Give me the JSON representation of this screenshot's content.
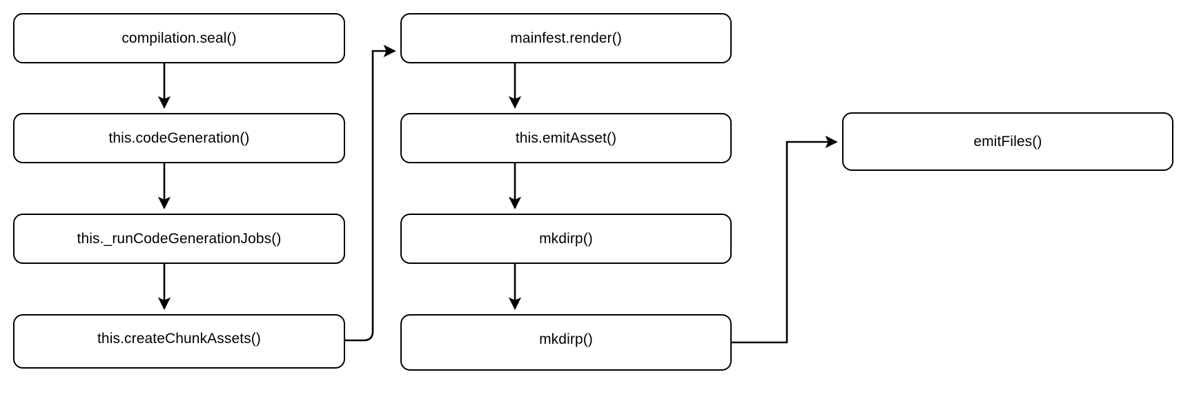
{
  "diagram": {
    "title": "webpack compilation seal to emitFiles flow",
    "background_color": "#ffffff",
    "stroke_color": "#000000",
    "text_color": "#000000",
    "nodes": [
      {
        "id": "compilation-seal",
        "label": "compilation.seal()",
        "column": "left",
        "row": 1
      },
      {
        "id": "code-generation",
        "label": "this.codeGeneration()",
        "column": "left",
        "row": 2
      },
      {
        "id": "run-codegen-jobs",
        "label": "this._runCodeGenerationJobs()",
        "column": "left",
        "row": 3
      },
      {
        "id": "create-chunk-assets",
        "label": "this.createChunkAssets()",
        "column": "left",
        "row": 4
      },
      {
        "id": "mainfest-render",
        "label": "mainfest.render()",
        "column": "middle",
        "row": 1
      },
      {
        "id": "emit-asset",
        "label": "this.emitAsset()",
        "column": "middle",
        "row": 2
      },
      {
        "id": "mkdirp-1",
        "label": "mkdirp()",
        "column": "middle",
        "row": 3
      },
      {
        "id": "mkdirp-2",
        "label": "mkdirp()",
        "column": "middle",
        "row": 4
      },
      {
        "id": "emit-files",
        "label": "emitFiles()",
        "column": "right",
        "row": 2
      }
    ],
    "edges": [
      {
        "from": "compilation-seal",
        "to": "code-generation",
        "kind": "straight-down"
      },
      {
        "from": "code-generation",
        "to": "run-codegen-jobs",
        "kind": "straight-down"
      },
      {
        "from": "run-codegen-jobs",
        "to": "create-chunk-assets",
        "kind": "straight-down"
      },
      {
        "from": "create-chunk-assets",
        "to": "mainfest-render",
        "kind": "elbow-right-up"
      },
      {
        "from": "mainfest-render",
        "to": "emit-asset",
        "kind": "straight-down"
      },
      {
        "from": "emit-asset",
        "to": "mkdirp-1",
        "kind": "straight-down"
      },
      {
        "from": "mkdirp-1",
        "to": "mkdirp-2",
        "kind": "straight-down"
      },
      {
        "from": "mkdirp-2",
        "to": "emit-files",
        "kind": "elbow-right-up"
      }
    ]
  }
}
